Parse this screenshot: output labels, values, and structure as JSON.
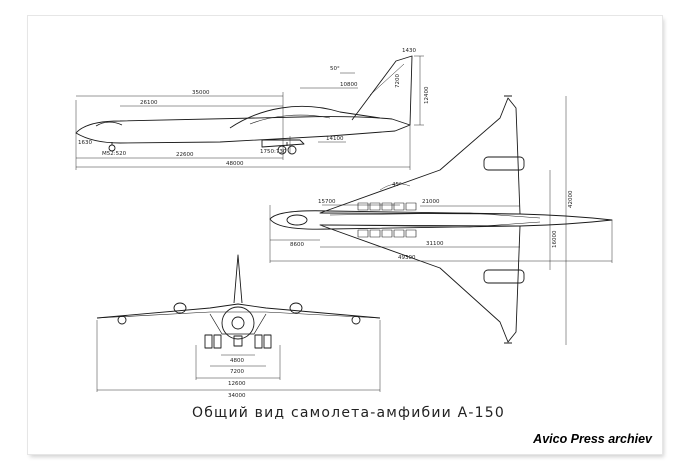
{
  "caption": "Общий вид самолета-амфибии А-150",
  "credit": "Avico Press archiev",
  "side_view": {
    "dims": [
      "35000",
      "26100",
      "10800",
      "7200",
      "12400",
      "1630",
      "1430",
      "М52:520",
      "1750:730",
      "22600",
      "48000",
      "14100"
    ],
    "angle": "50°"
  },
  "top_view": {
    "dims": [
      "15700",
      "21000",
      "8600",
      "31100",
      "49300",
      "42000",
      "16000"
    ],
    "angle": "45°"
  },
  "front_view": {
    "dims": [
      "4800",
      "7200",
      "12600",
      "34000"
    ]
  }
}
